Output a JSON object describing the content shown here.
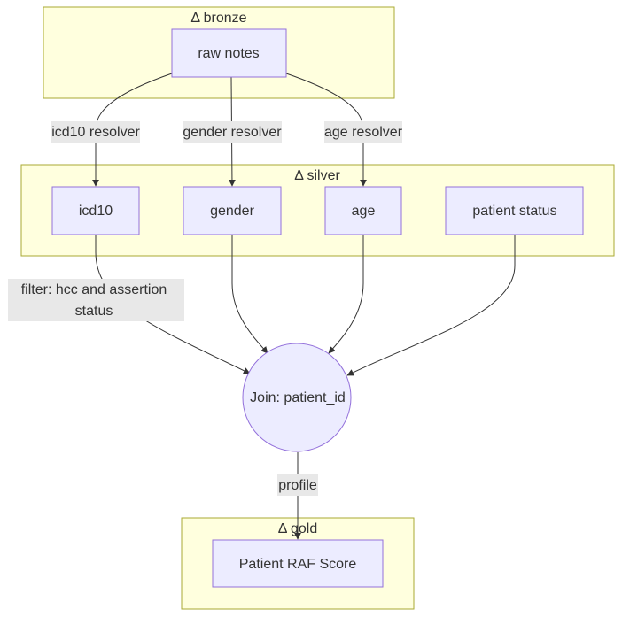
{
  "clusters": {
    "bronze": "Δ bronze",
    "silver": "Δ silver",
    "gold": "Δ gold"
  },
  "nodes": {
    "raw_notes": "raw notes",
    "icd10": "icd10",
    "gender": "gender",
    "age": "age",
    "patient_status": "patient status",
    "join": "Join: patient_id",
    "raf_score": "Patient RAF Score"
  },
  "edges": {
    "icd10_resolver": "icd10 resolver",
    "gender_resolver": "gender resolver",
    "age_resolver": "age resolver",
    "filter_line1": "filter: hcc and assertion",
    "filter_line2": "status",
    "profile": "profile"
  },
  "colors": {
    "cluster_fill": "#ffffde",
    "cluster_stroke": "#aaaa33",
    "node_fill": "#ececff",
    "node_stroke": "#9370db",
    "edge": "#333333",
    "edge_label_bg": "#e8e8e8"
  }
}
